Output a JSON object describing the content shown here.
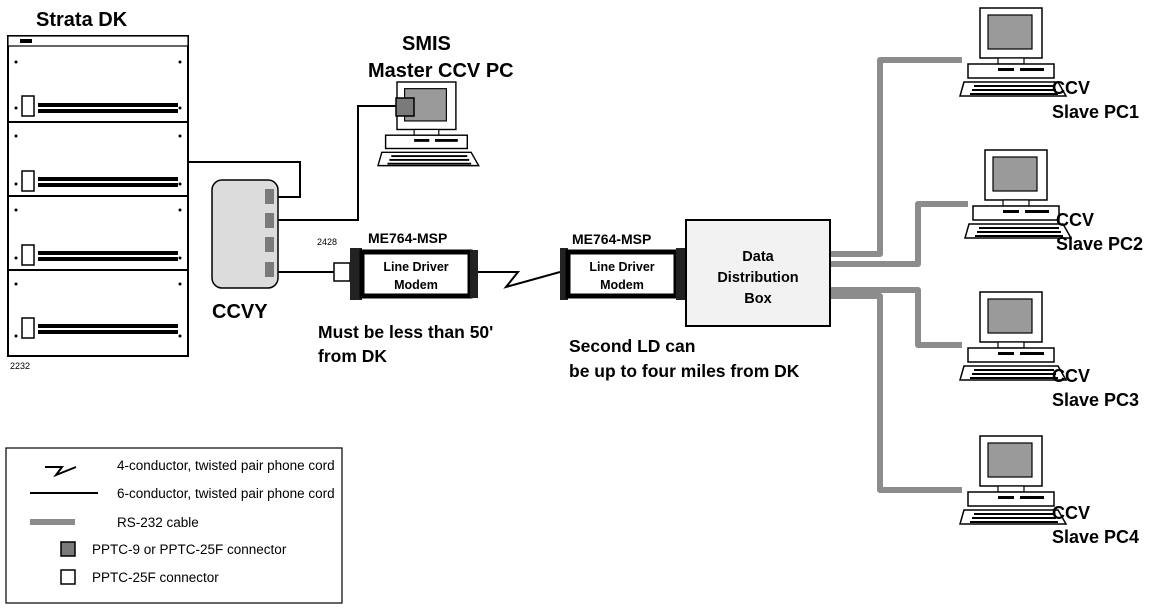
{
  "labels": {
    "strata_title": "Strata DK",
    "strata_code": "2232",
    "smis_line1": "SMIS",
    "smis_line2": "Master CCV PC",
    "ccvy": "CCVY",
    "ccvy_code": "2428",
    "modem1_title": "ME764-MSP",
    "modem1_line1": "Line Driver",
    "modem1_line2": "Modem",
    "modem2_title": "ME764-MSP",
    "modem2_line1": "Line Driver",
    "modem2_line2": "Modem",
    "note1_line1": "Must be less than 50'",
    "note1_line2": "from DK",
    "note2_line1": "Second LD can",
    "note2_line2": "be up to four miles from DK",
    "ddb_line1": "Data",
    "ddb_line2": "Distribution",
    "ddb_line3": "Box",
    "slave1_line1": "CCV",
    "slave1_line2": "Slave PC1",
    "slave2_line1": "CCV",
    "slave2_line2": "Slave PC2",
    "slave3_line1": "CCV",
    "slave3_line2": "Slave PC3",
    "slave4_line1": "CCV",
    "slave4_line2": "Slave PC4"
  },
  "legend": {
    "items": [
      "4-conductor, twisted pair phone cord",
      "6-conductor, twisted pair phone cord",
      "RS-232 cable",
      "PPTC-9 or PPTC-25F connector",
      "PPTC-25F connector"
    ]
  },
  "colors": {
    "rs232": "#8c8c8c",
    "connector_filled": "#7a7a7a",
    "ccvy_fill": "#dcdcdc",
    "ddb_fill": "#f2f2f2",
    "modem_body": "#222222"
  }
}
